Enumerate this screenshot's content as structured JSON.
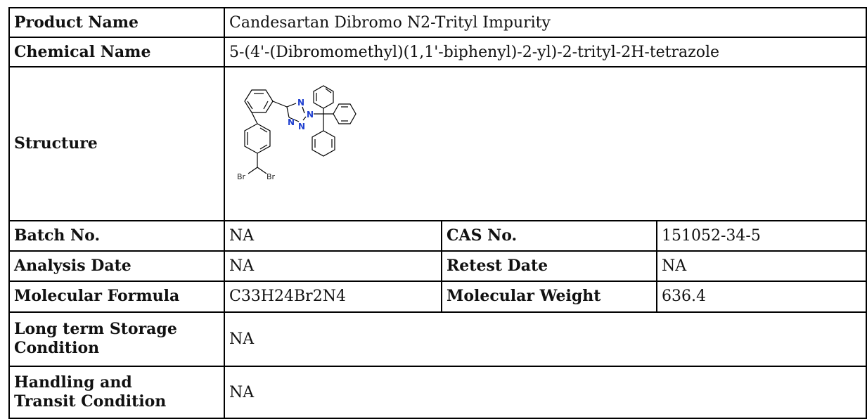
{
  "rows": {
    "product_name": {
      "label": "Product Name",
      "value": "Candesartan Dibromo N2-Trityl Impurity"
    },
    "chemical_name": {
      "label": "Chemical Name",
      "value": "5-(4'-(Dibromomethyl)(1,1'-biphenyl)-2-yl)-2-trityl-2H-tetrazole"
    },
    "structure": {
      "label": "Structure",
      "atoms": [
        "N",
        "N",
        "N",
        "N",
        "Br",
        "Br"
      ]
    },
    "batch": {
      "label": "Batch No.",
      "value": "NA",
      "label2": "CAS No.",
      "value2": "151052-34-5"
    },
    "analysis": {
      "label": "Analysis Date",
      "value": "NA",
      "label2": "Retest Date",
      "value2": "NA"
    },
    "formula": {
      "label": "Molecular Formula",
      "value": "C33H24Br2N4",
      "label2": "Molecular Weight",
      "value2": "636.4"
    },
    "storage": {
      "label_line1": "Long term Storage",
      "label_line2": "Condition",
      "value": "NA"
    },
    "handling": {
      "label_line1": "Handling and",
      "label_line2": "Transit Condition",
      "value": "NA"
    }
  },
  "colors": {
    "nitrogen": "#1f3fd0",
    "bond": "#000000"
  }
}
